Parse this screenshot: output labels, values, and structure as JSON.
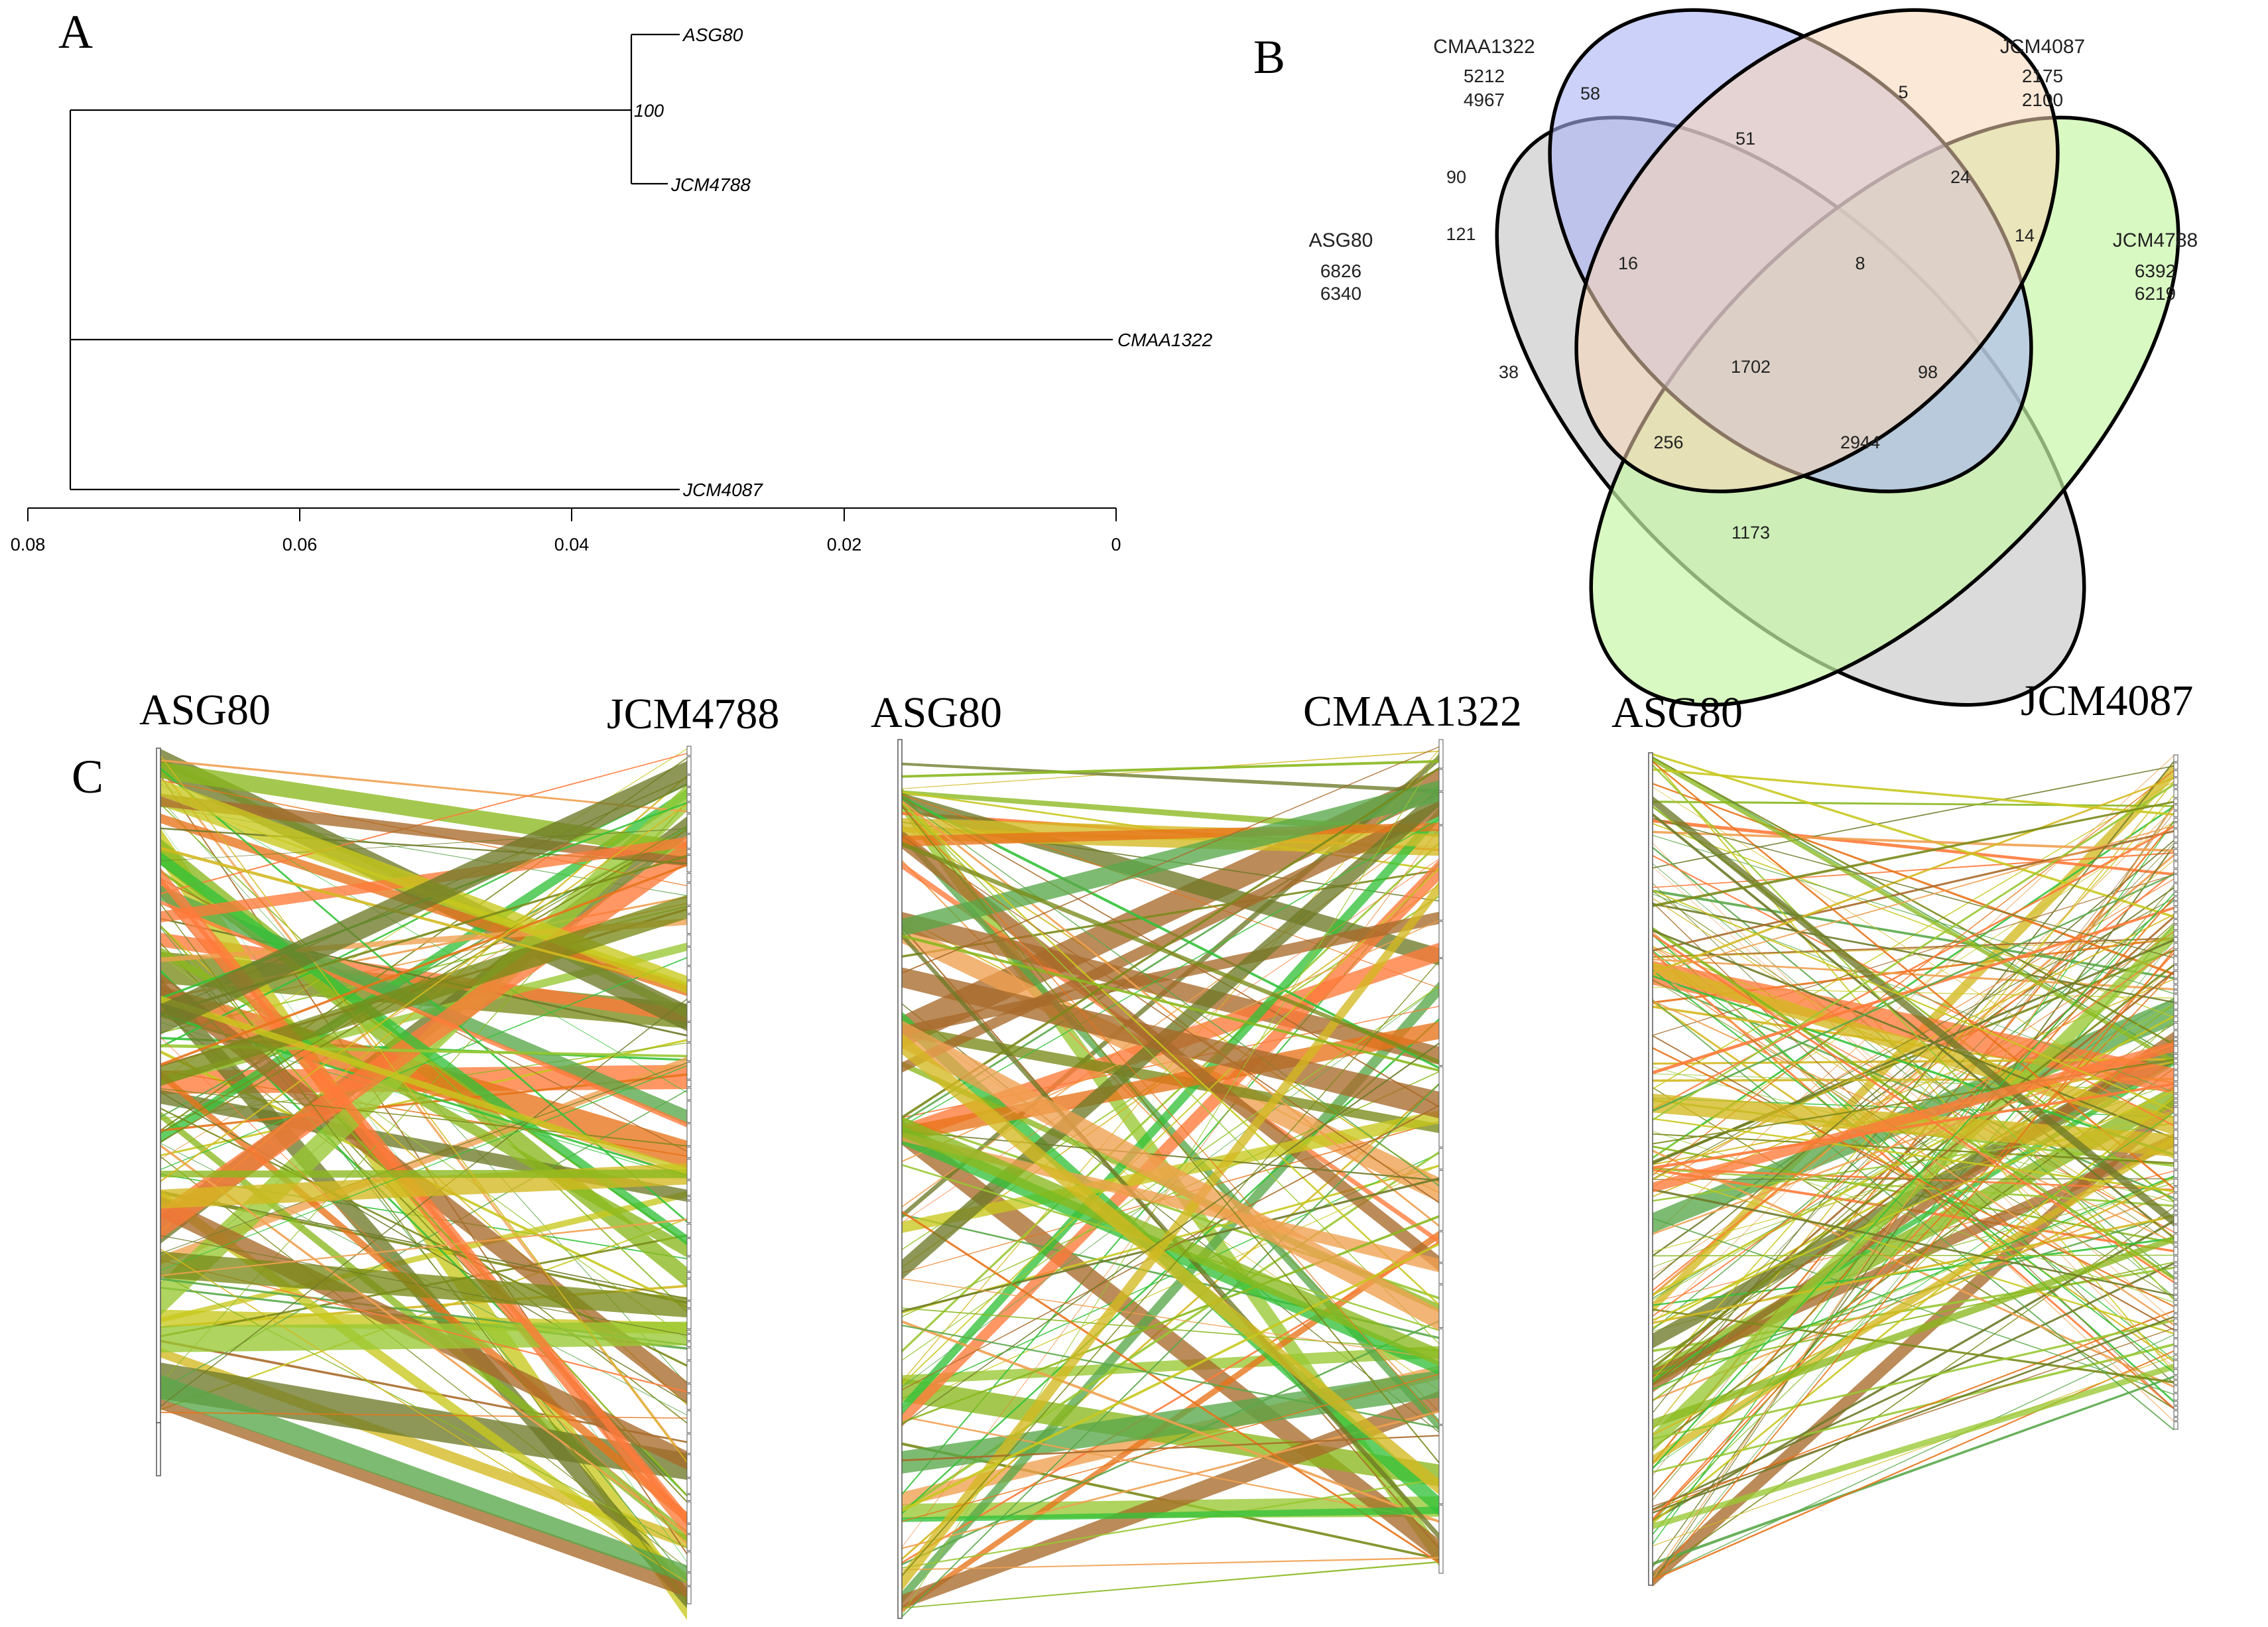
{
  "panel_a": {
    "letter": "A",
    "leaves": [
      "ASG80",
      "JCM4788",
      "CMAA1322",
      "JCM4087"
    ],
    "bootstrap": "100",
    "axis_ticks": [
      "0.08",
      "0.06",
      "0.04",
      "0.02",
      "0"
    ]
  },
  "panel_b": {
    "letter": "B",
    "sets": [
      {
        "name": "CMAA1322",
        "line1": "5212",
        "line2": "4967",
        "color": "#aab3f5"
      },
      {
        "name": "JCM4087",
        "line1": "2175",
        "line2": "2100",
        "color": "#fad6b5"
      },
      {
        "name": "ASG80",
        "line1": "6826",
        "line2": "6340",
        "color": "#cfcfcf"
      },
      {
        "name": "JCM4788",
        "line1": "6392",
        "line2": "6219",
        "color": "#c8f7a8"
      }
    ],
    "regions": [
      "58",
      "5",
      "51",
      "90",
      "24",
      "121",
      "14",
      "16",
      "8",
      "1702",
      "38",
      "98",
      "256",
      "2944",
      "1173"
    ]
  },
  "panel_c": {
    "letter": "C",
    "comparisons": [
      {
        "left": "ASG80",
        "right": "JCM4788"
      },
      {
        "left": "ASG80",
        "right": "CMAA1322"
      },
      {
        "left": "ASG80",
        "right": "JCM4087"
      }
    ]
  },
  "colors": {
    "ribbon_palette": [
      "#e8731a",
      "#f0a050",
      "#7a8a1a",
      "#8ab81e",
      "#34c23a",
      "#c8c81e",
      "#a86a2a",
      "#ff7a3a",
      "#98c832",
      "#6e7a28",
      "#d4b820",
      "#5aa84a"
    ]
  }
}
